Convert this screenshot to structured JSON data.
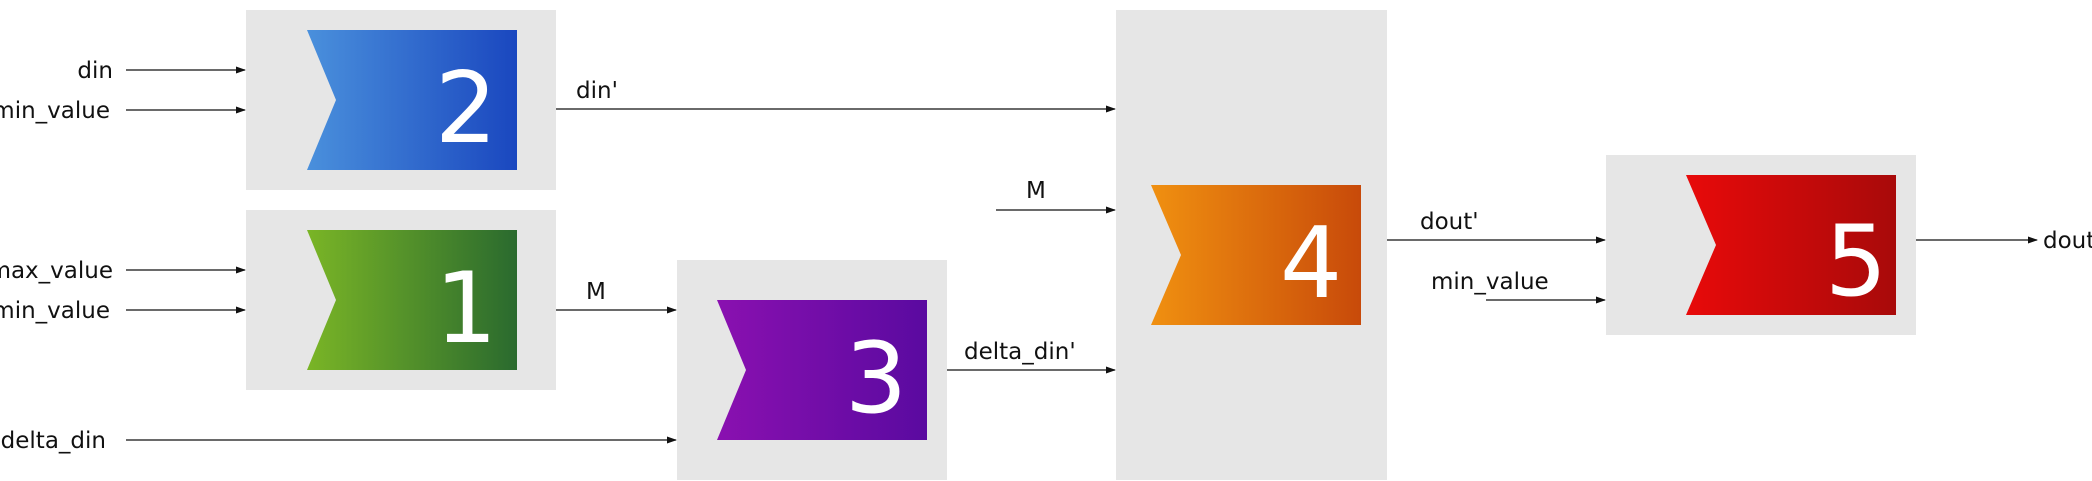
{
  "blocks": [
    {
      "id": "block-2",
      "number": "2",
      "colors": [
        "#4a90dc",
        "#1a47bf"
      ]
    },
    {
      "id": "block-1",
      "number": "1",
      "colors": [
        "#7ab526",
        "#2a6a2e"
      ]
    },
    {
      "id": "block-3",
      "number": "3",
      "colors": [
        "#8a10b0",
        "#5a0aa0"
      ]
    },
    {
      "id": "block-4",
      "number": "4",
      "colors": [
        "#f09010",
        "#c84a0a"
      ]
    },
    {
      "id": "block-5",
      "number": "5",
      "colors": [
        "#e80a0a",
        "#a80a0a"
      ]
    }
  ],
  "labels": {
    "din": "din",
    "min_value_top": "min_value",
    "max_value": "max_value",
    "min_value_mid": "min_value",
    "delta_din_in": "delta_din",
    "din_prime": "din'",
    "M_1": "M",
    "M_2": "M",
    "delta_din_prime": "delta_din'",
    "dout_prime": "dout'",
    "min_value_right": "min_value",
    "dout": "dout"
  }
}
